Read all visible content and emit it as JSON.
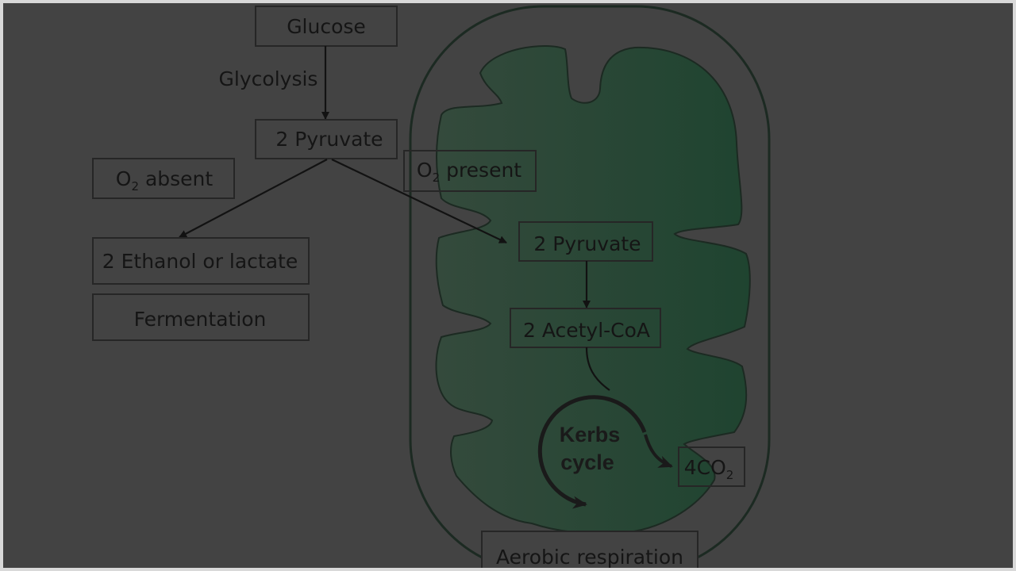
{
  "nodes": {
    "glucose": "Glucose",
    "glycolysis": "Glycolysis",
    "pyruvate_top": "2 Pyruvate",
    "o2_absent": {
      "prefix": "O",
      "sub": "2",
      "rest": " absent"
    },
    "o2_present": {
      "prefix": "O",
      "sub": "2",
      "rest": " present"
    },
    "ethanol": "2 Ethanol or lactate",
    "fermentation": "Fermentation",
    "pyruvate_mito": "2 Pyruvate",
    "acetyl": "2 Acetyl-CoA",
    "kerbs_line1": "Kerbs",
    "kerbs_line2": "cycle",
    "co2": {
      "prefix": "4CO",
      "sub": "2"
    },
    "aerobic": "Aerobic respiration"
  },
  "colors": {
    "background": "#434343",
    "frame": "#d9d9d9",
    "mitochondrion_fill": "#2f4a3a",
    "mitochondrion_stroke": "#1c2a22",
    "box_stroke": "#262626",
    "text": "#151515"
  }
}
